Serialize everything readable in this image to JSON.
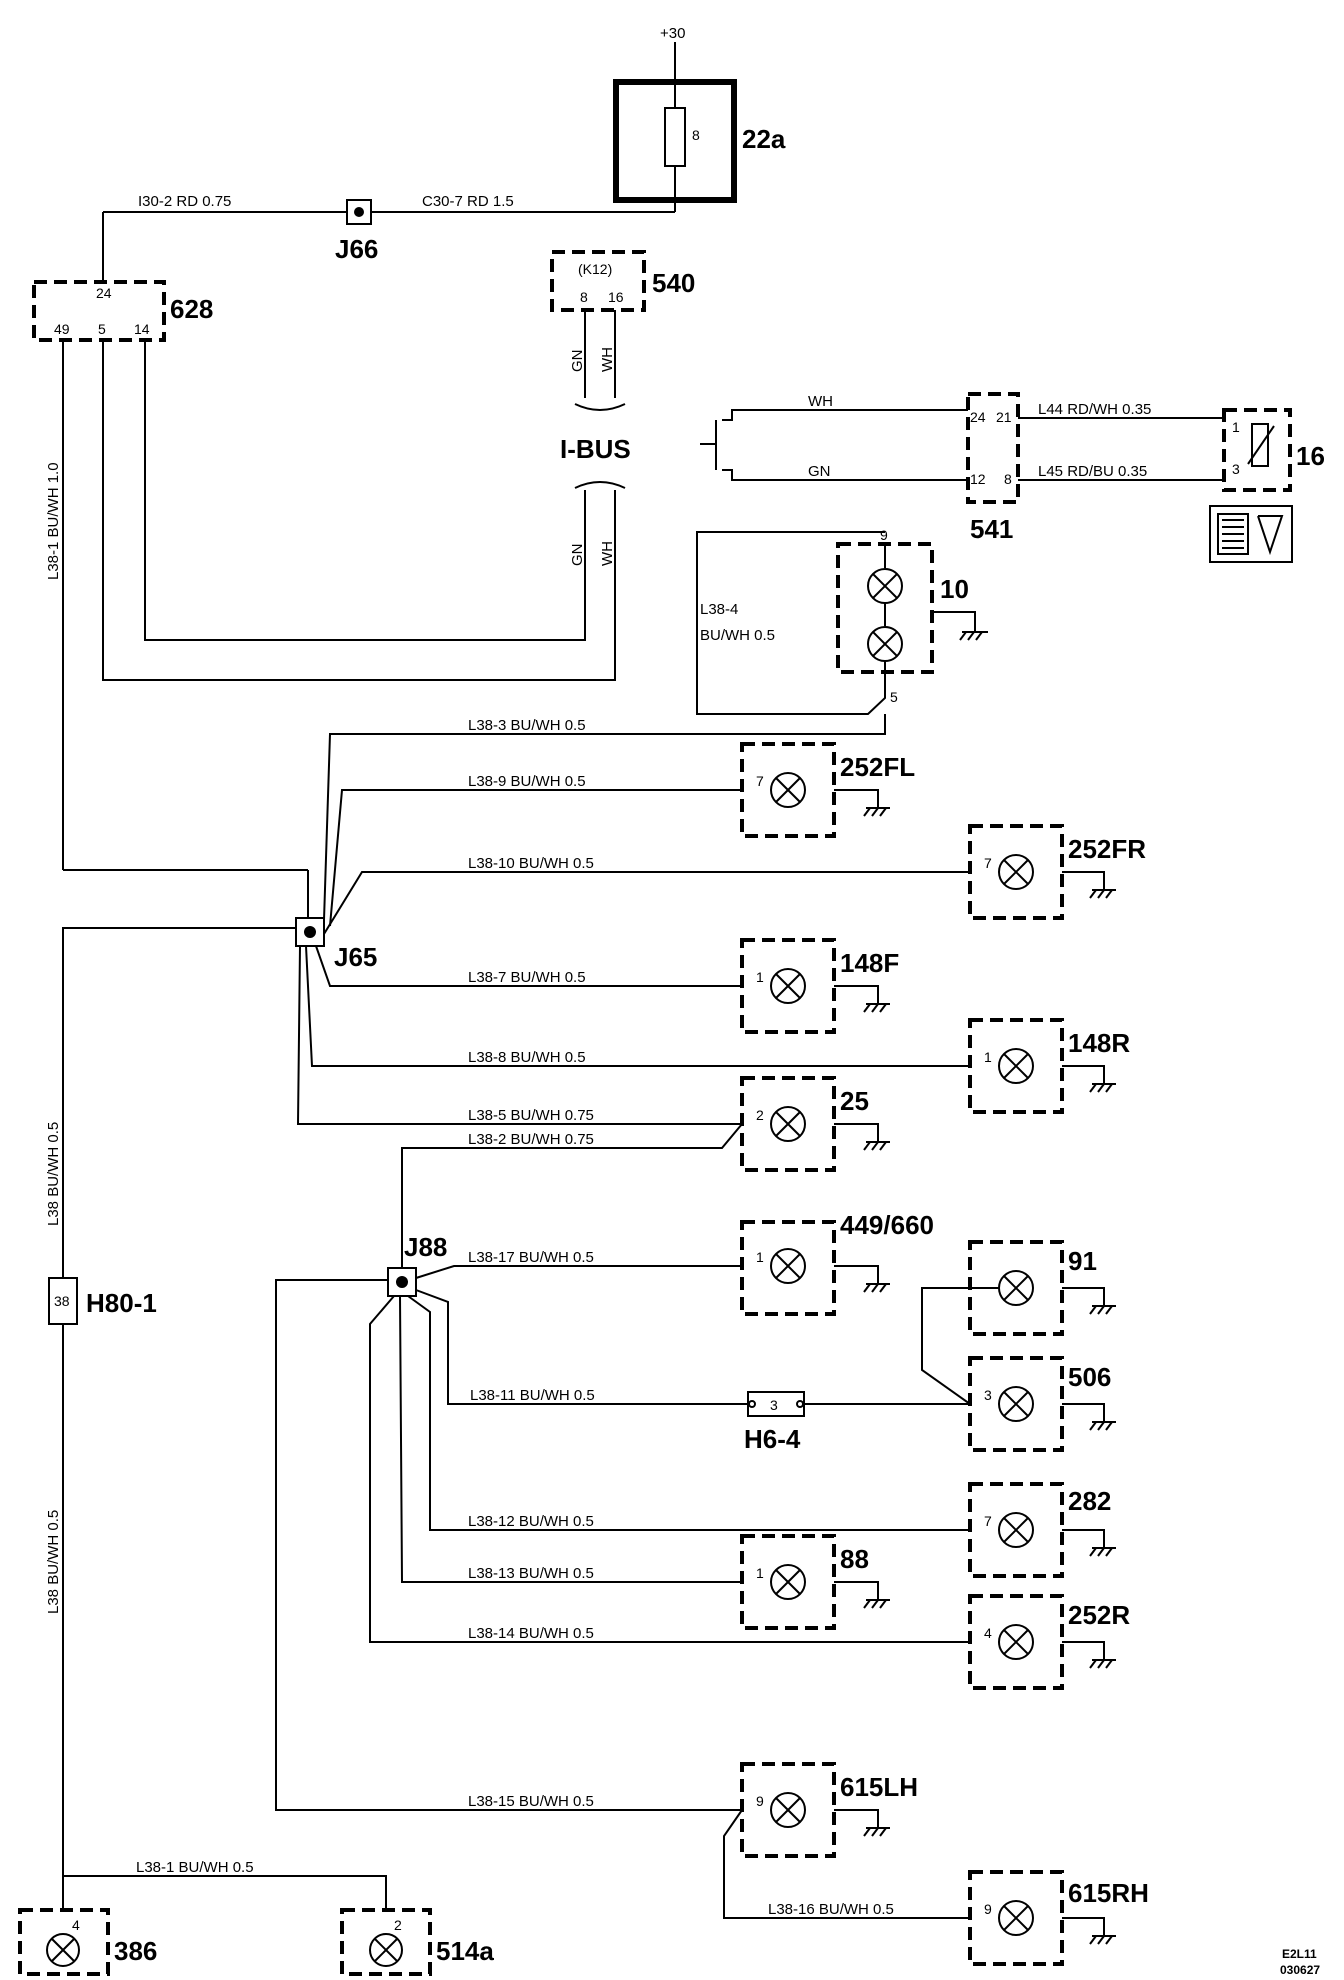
{
  "supply": "+30",
  "components": {
    "c22a": "22a",
    "c628": "628",
    "c540": "540",
    "k12": "(K12)",
    "c541": "541",
    "c16": "16",
    "c10": "10",
    "c252FL": "252FL",
    "c252FR": "252FR",
    "c148F": "148F",
    "c148R": "148R",
    "c25": "25",
    "c449": "449/660",
    "c91": "91",
    "c506": "506",
    "c282": "282",
    "c88": "88",
    "c252R": "252R",
    "c615LH": "615LH",
    "c615RH": "615RH",
    "c386": "386",
    "c514a": "514a"
  },
  "junctions": {
    "j66": "J66",
    "j65": "J65",
    "j88": "J88",
    "h80": "H80-1",
    "h6": "H6-4"
  },
  "bus": "I-BUS",
  "wires": {
    "i30_2": "I30-2  RD  0.75",
    "c30_7": "C30-7  RD  1.5",
    "l38_1v": "L38-1  BU/WH  1.0",
    "l38_3": "L38-3  BU/WH  0.5",
    "l38_9": "L38-9  BU/WH  0.5",
    "l38_10": "L38-10  BU/WH  0.5",
    "l38_7": "L38-7  BU/WH  0.5",
    "l38_8": "L38-8  BU/WH  0.5",
    "l38_5": "L38-5  BU/WH  0.75",
    "l38_2": "L38-2  BU/WH  0.75",
    "l38_17": "L38-17  BU/WH 0.5",
    "l38_11": "L38-11  BU/WH  0.5",
    "l38_12": "L38-12  BU/WH  0.5",
    "l38_13": "L38-13  BU/WH  0.5",
    "l38_14": "L38-14  BU/WH  0.5",
    "l38_15": "L38-15  BU/WH  0.5",
    "l38_16": "L38-16  BU/WH  0.5",
    "l38_1h": "L38-1  BU/WH  0.5",
    "l38_upper": "L38  BU/WH  0.5",
    "l38_lower": "L38  BU/WH  0.5",
    "l38_4a": "L38-4",
    "l38_4b": "BU/WH 0.5",
    "l44": "L44   RD/WH   0.35",
    "l45": "L45   RD/BU   0.35",
    "wh": "WH",
    "gn": "GN"
  },
  "pins": {
    "p8_22a": "8",
    "p24_628": "24",
    "p49": "49",
    "p5": "5",
    "p14": "14",
    "p8_540": "8",
    "p16_540": "16",
    "p24_541": "24",
    "p21_541": "21",
    "p12_541": "12",
    "p8_541": "8",
    "p1_16": "1",
    "p3_16": "3",
    "p9_10": "9",
    "p5_10": "5",
    "p7_252FL": "7",
    "p7_252FR": "7",
    "p1_148F": "1",
    "p1_148R": "1",
    "p2_25": "2",
    "p1_449": "1",
    "p3_506": "3",
    "p3_h6": "3",
    "p7_282": "7",
    "p1_88": "1",
    "p4_252R": "4",
    "p9_615LH": "9",
    "p9_615RH": "9",
    "p4_386": "4",
    "p2_514a": "2",
    "p38_h80": "38"
  },
  "footer": {
    "code": "E2L11",
    "date": "030627"
  }
}
